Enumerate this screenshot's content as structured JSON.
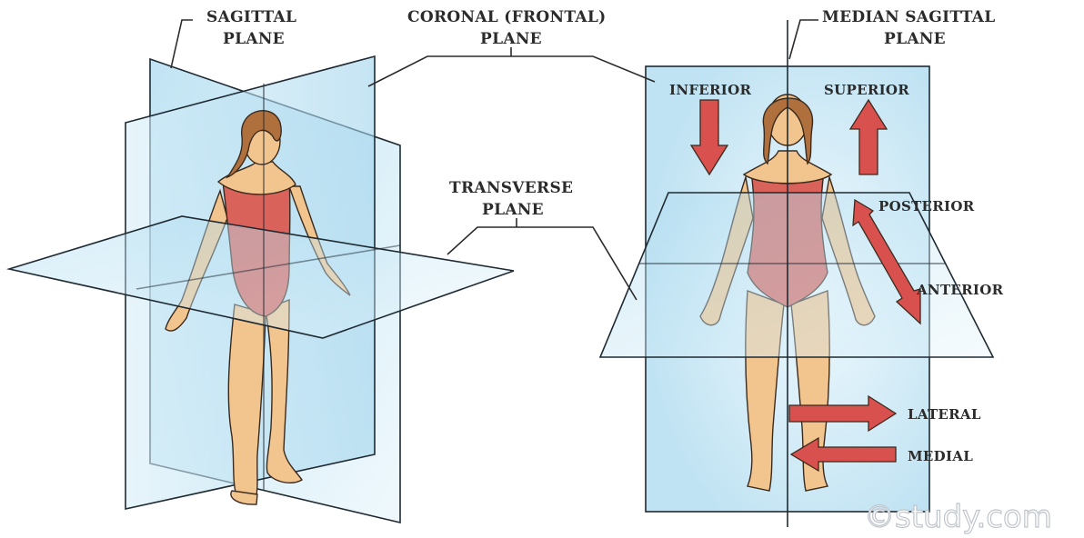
{
  "labels": {
    "sagittal_line1": "SAGITTAL",
    "sagittal_line2": "PLANE",
    "coronal_line1": "CORONAL (FRONTAL)",
    "coronal_line2": "PLANE",
    "median_line1": "MEDIAN SAGITTAL",
    "median_line2": "PLANE",
    "transverse_line1": "TRANSVERSE",
    "transverse_line2": "PLANE"
  },
  "directions": {
    "inferior": "INFERIOR",
    "superior": "SUPERIOR",
    "posterior": "POSTERIOR",
    "anterior": "ANTERIOR",
    "lateral": "LATERAL",
    "medial": "MEDIAL"
  },
  "watermark": "©study.com",
  "colors": {
    "plane_fill": "#bfe3f3",
    "plane_stroke": "#1f2a33",
    "arrow": "#d9514e",
    "swimsuit": "#d9625a",
    "skin": "#f3c58e",
    "hair": "#b0703e"
  }
}
